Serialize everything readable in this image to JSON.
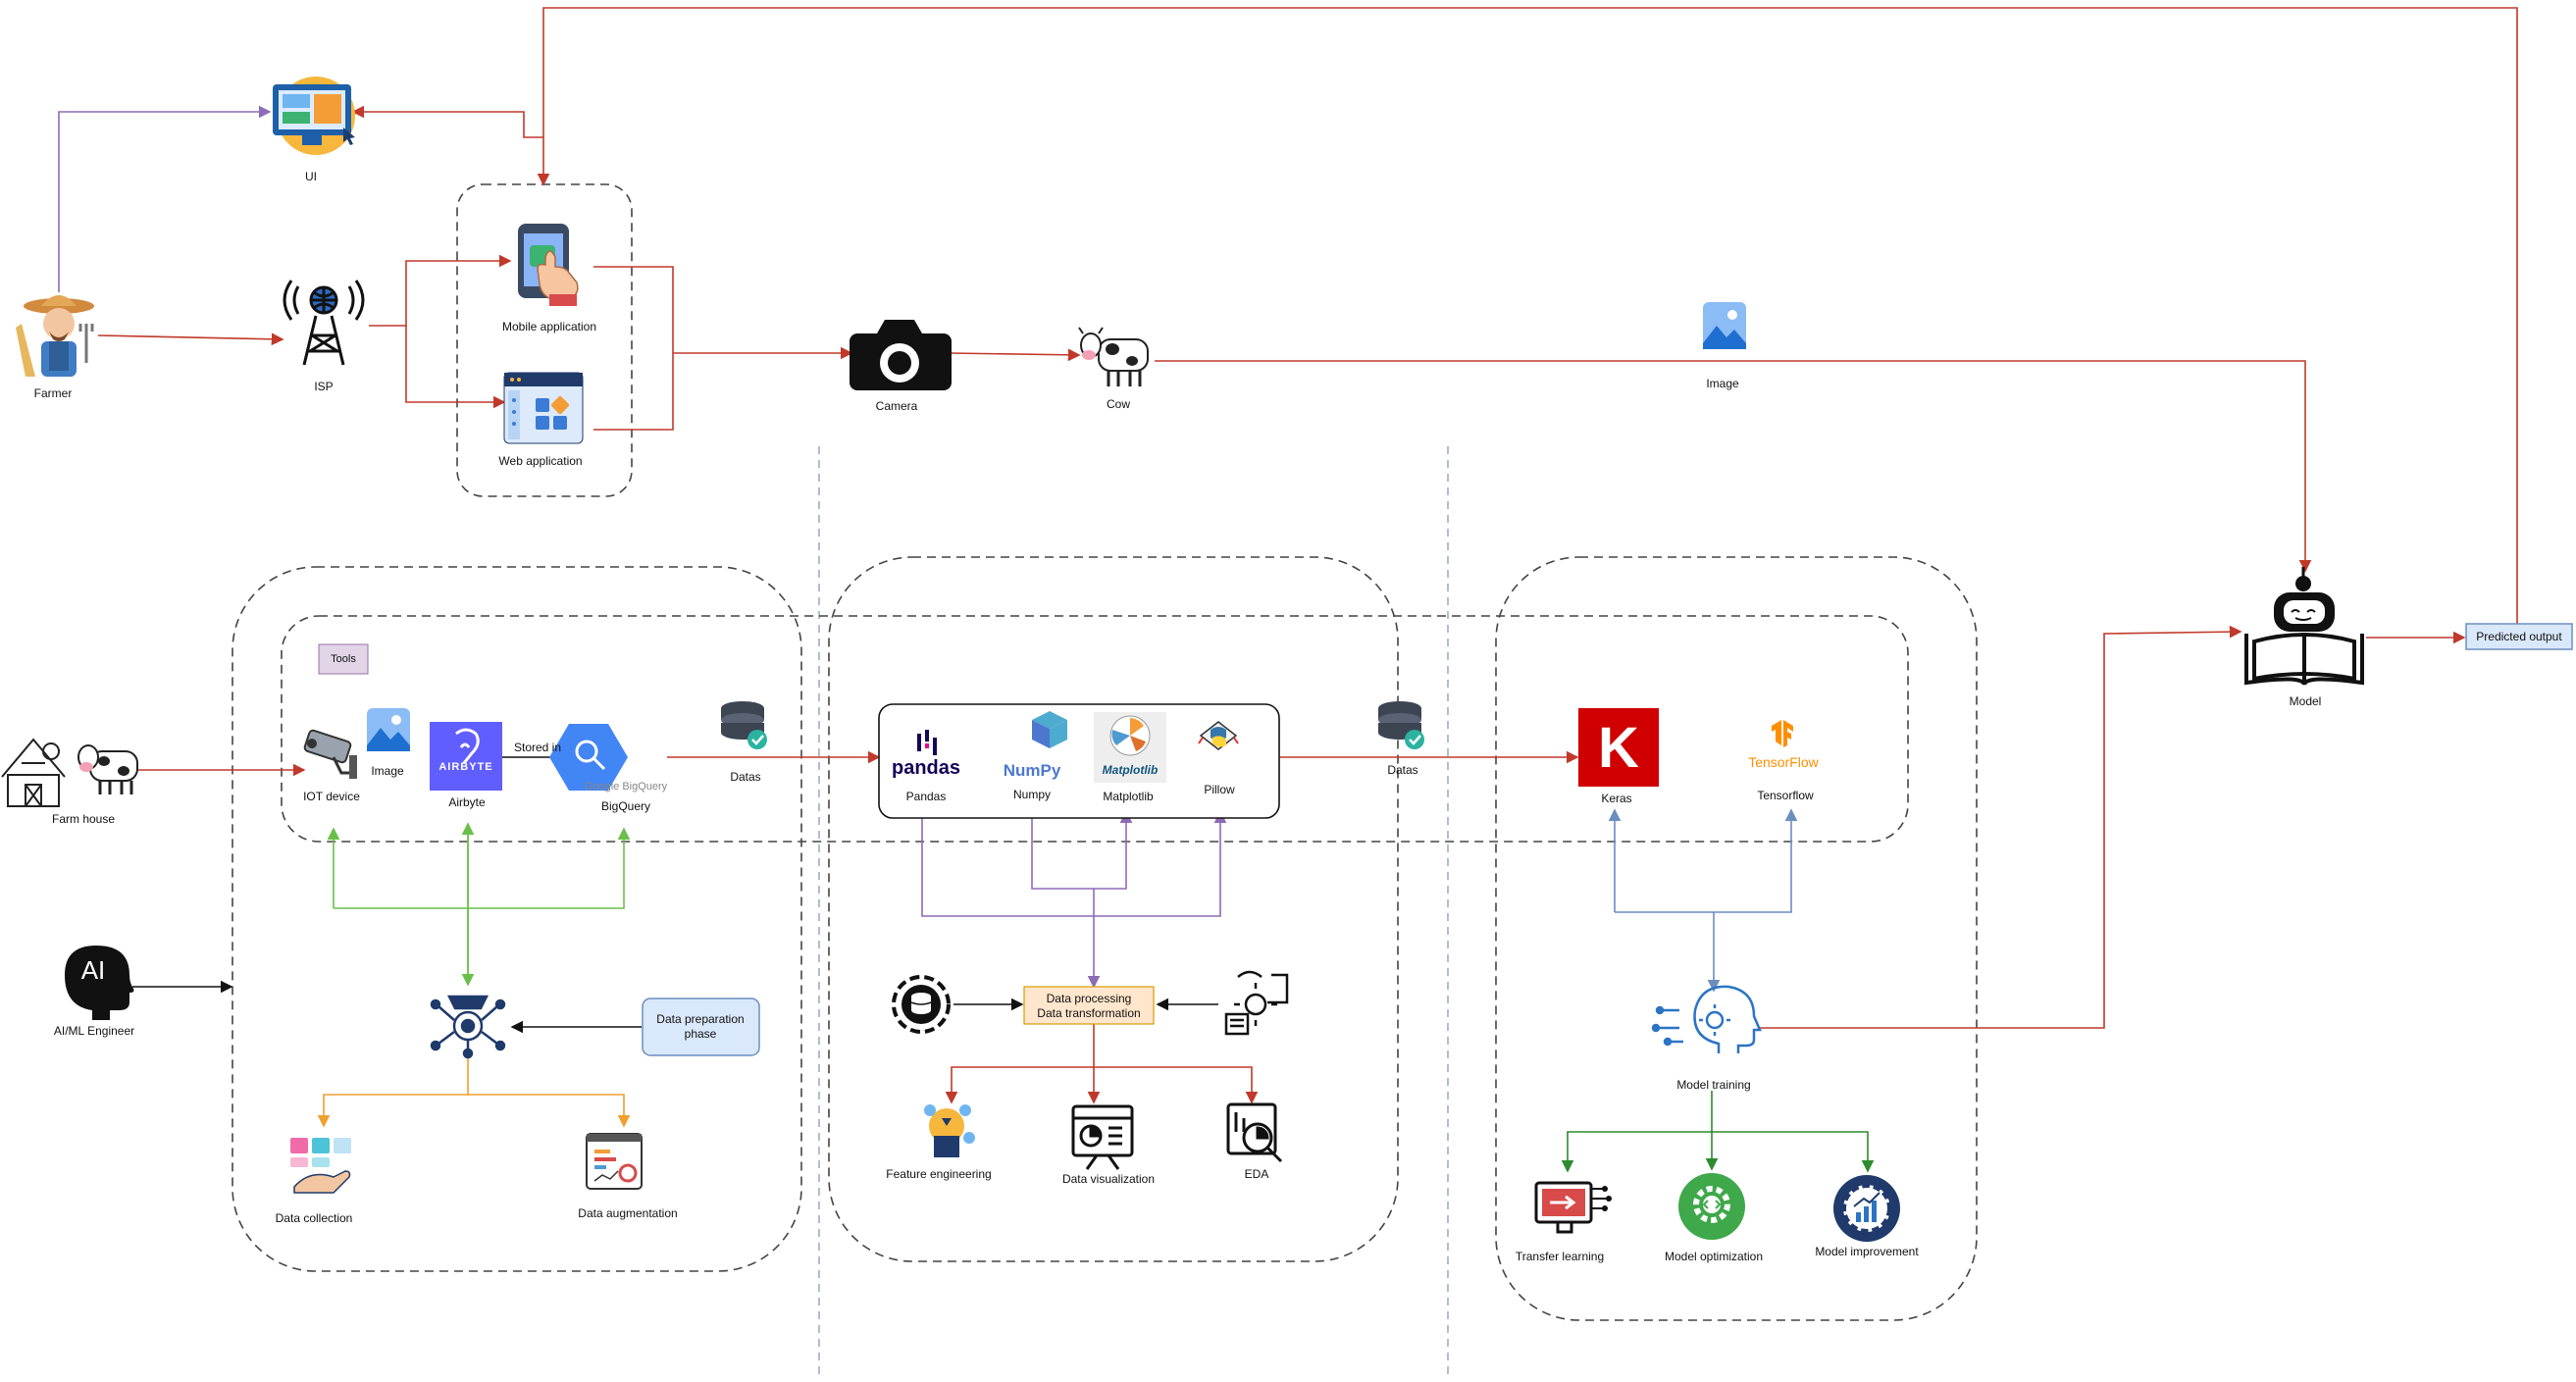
{
  "colors": {
    "red": "#c0392b",
    "purple": "#8e6bb8",
    "green": "#6abf4b",
    "blue": "#6c8ebf",
    "orange": "#f0a030",
    "dark_green": "#2e8b2e",
    "black": "#111111",
    "gray_dash": "#444444",
    "section_divider": "#9aa6c0"
  },
  "top": {
    "ui": "UI",
    "farmer": "Farmer",
    "isp": "ISP",
    "mobile_app": "Mobile application",
    "web_app": "Web application",
    "camera": "Camera",
    "cow": "Cow",
    "image": "Image",
    "model": "Model",
    "predicted_output": "Predicted output"
  },
  "tools": {
    "badge": "Tools",
    "iot_device": "IOT device",
    "image": "Image",
    "airbyte": "Airbyte",
    "airbyte_logo": "AIRBYTE",
    "stored_in": "Stored in",
    "bigquery": "BigQuery",
    "bigquery_logo": "Google BigQuery",
    "datas_1": "Datas",
    "pandas": "Pandas",
    "pandas_logo": "pandas",
    "numpy": "Numpy",
    "numpy_logo": "NumPy",
    "matplotlib": "Matplotlib",
    "matplotlib_logo": "Matplotlib",
    "pillow": "Pillow",
    "datas_2": "Datas",
    "keras": "Keras",
    "keras_logo": "K",
    "tensorflow": "Tensorflow",
    "tensorflow_logo": "TensorFlow"
  },
  "left": {
    "farm_house": "Farm house",
    "engineer": "AI/ML Engineer",
    "engineer_icon": "AI",
    "data_prep_line1": "Data preparation",
    "data_prep_line2": "phase",
    "data_collection": "Data collection",
    "data_augmentation": "Data augmentation"
  },
  "middle": {
    "processing_line1": "Data processing",
    "processing_line2": "Data transformation",
    "feature_engineering": "Feature engineering",
    "data_visualization": "Data visualization",
    "eda": "EDA"
  },
  "right": {
    "model_training": "Model training",
    "transfer_learning": "Transfer learning",
    "model_optimization": "Model optimization",
    "model_improvement": "Model improvement"
  }
}
